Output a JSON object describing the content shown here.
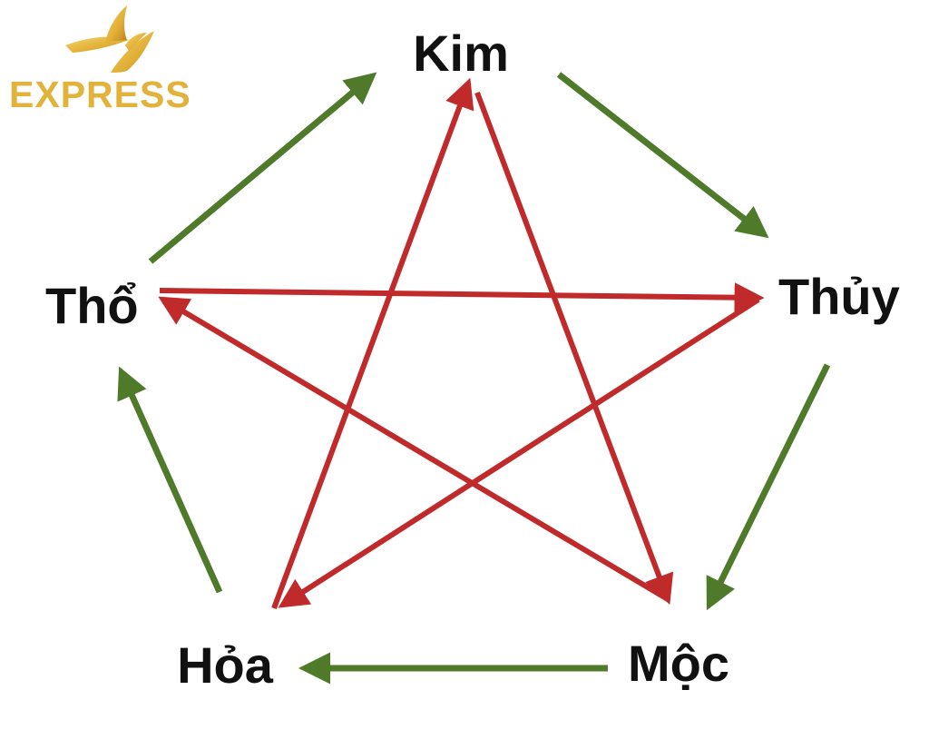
{
  "brand": {
    "name": "EXPRESS",
    "gold": "#e2b23a"
  },
  "elements": {
    "kim": "Kim",
    "thuy": "Thủy",
    "moc": "Mộc",
    "hoa": "Hỏa",
    "tho": "Thổ"
  },
  "colors": {
    "generating_arrow": "#4e7a2a",
    "controlling_arrow": "#c02a2a",
    "label": "#111111"
  },
  "relations": {
    "generating": [
      {
        "from": "kim",
        "to": "thuy"
      },
      {
        "from": "thuy",
        "to": "moc"
      },
      {
        "from": "moc",
        "to": "hoa"
      },
      {
        "from": "hoa",
        "to": "tho"
      },
      {
        "from": "tho",
        "to": "kim"
      }
    ],
    "controlling": [
      {
        "from": "kim",
        "to": "moc"
      },
      {
        "from": "moc",
        "to": "tho"
      },
      {
        "from": "tho",
        "to": "thuy"
      },
      {
        "from": "thuy",
        "to": "hoa"
      },
      {
        "from": "hoa",
        "to": "kim"
      }
    ]
  }
}
